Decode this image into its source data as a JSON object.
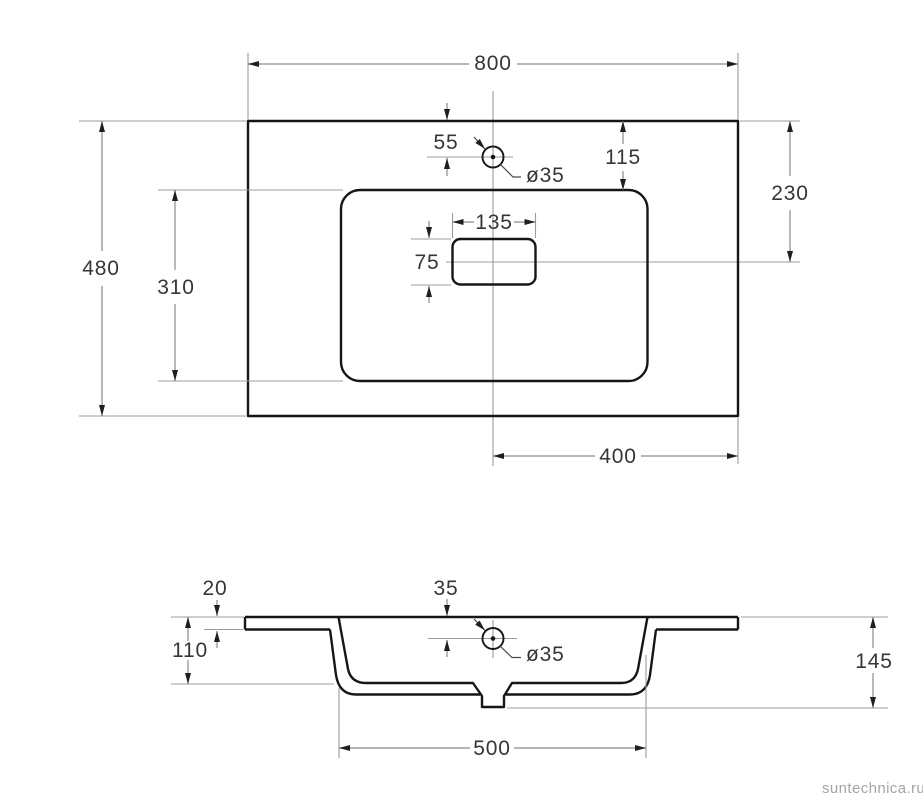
{
  "watermark": "suntechnica.ru",
  "plan_view": {
    "overall_width": "800",
    "overall_depth": "480",
    "basin_depth": "310",
    "faucet_center_from_top_edge": "55",
    "basin_inset_from_top_edge": "115",
    "drain_center_from_top_edge": "230",
    "drain_cutout_width": "135",
    "drain_cutout_depth": "75",
    "drain_center_from_right_edge": "400"
  },
  "section_view": {
    "rim_thickness": "20",
    "basin_inner_depth": "110",
    "faucet_center_from_surface": "35",
    "overall_height": "145",
    "basin_bottom_width": "500"
  },
  "shared": {
    "faucet_hole_diameter": "ø35"
  }
}
